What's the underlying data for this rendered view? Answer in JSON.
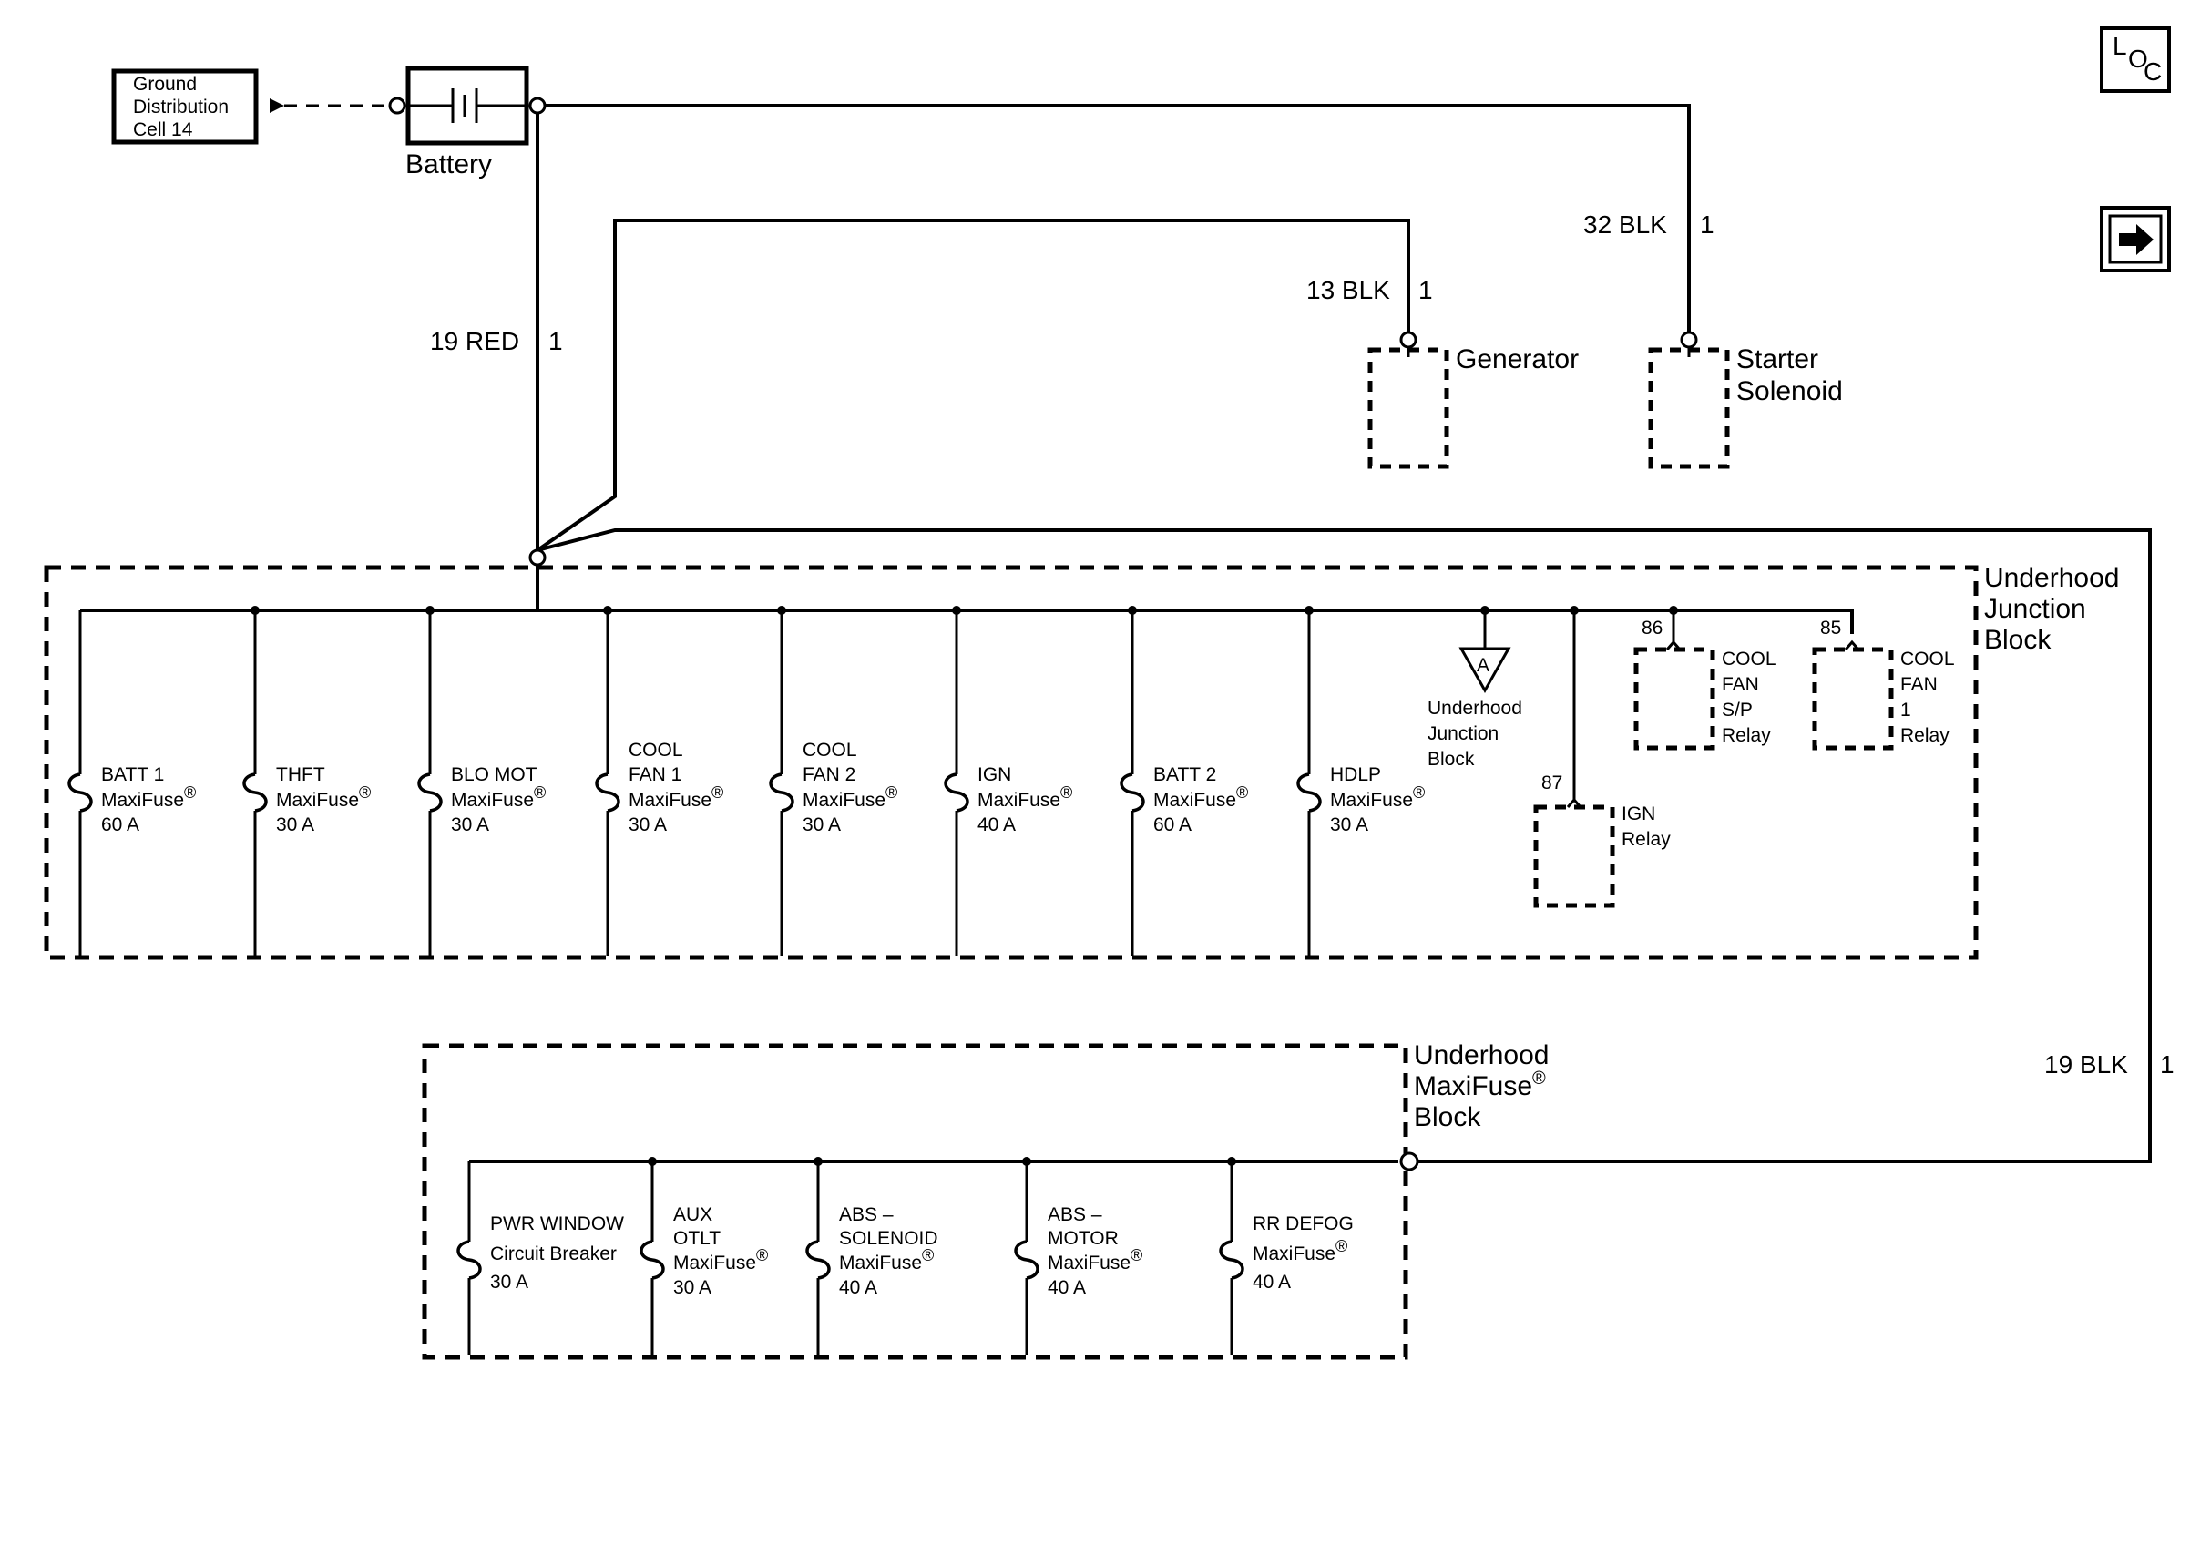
{
  "nav": {
    "loc_l": "L",
    "loc_o": "O",
    "loc_c": "C",
    "next_arrow": "right-arrow-icon"
  },
  "ground": {
    "line1": "Ground",
    "line2": "Distribution",
    "line3": "Cell 14"
  },
  "battery": {
    "label": "Battery"
  },
  "wires": {
    "red19": "19 RED",
    "red19_pin": "1",
    "blk13": "13 BLK",
    "blk13_pin": "1",
    "blk32": "32 BLK",
    "blk32_pin": "1",
    "blk19": "19 BLK",
    "blk19_pin": "1"
  },
  "generator": {
    "label": "Generator"
  },
  "starter": {
    "line1": "Starter",
    "line2": "Solenoid"
  },
  "junction_block": {
    "title1": "Underhood",
    "title2": "Junction",
    "title3": "Block",
    "fuses": [
      {
        "l1": "",
        "l2": "BATT 1",
        "l3": "MaxiFuse",
        "l4": "60 A"
      },
      {
        "l1": "",
        "l2": "THFT",
        "l3": "MaxiFuse",
        "l4": "30 A"
      },
      {
        "l1": "",
        "l2": "BLO MOT",
        "l3": "MaxiFuse",
        "l4": "30 A"
      },
      {
        "l1": "COOL",
        "l2": "FAN 1",
        "l3": "MaxiFuse",
        "l4": "30 A"
      },
      {
        "l1": "COOL",
        "l2": "FAN 2",
        "l3": "MaxiFuse",
        "l4": "30 A"
      },
      {
        "l1": "",
        "l2": "IGN",
        "l3": "MaxiFuse",
        "l4": "40 A"
      },
      {
        "l1": "",
        "l2": "BATT 2",
        "l3": "MaxiFuse",
        "l4": "60 A"
      },
      {
        "l1": "",
        "l2": "HDLP",
        "l3": "MaxiFuse",
        "l4": "30 A"
      }
    ],
    "ref_letter": "A",
    "ref_l1": "Underhood",
    "ref_l2": "Junction",
    "ref_l3": "Block",
    "ign_relay": {
      "pin": "87",
      "l1": "IGN",
      "l2": "Relay"
    },
    "cool_fan_sp_relay": {
      "pin": "86",
      "l1": "COOL",
      "l2": "FAN",
      "l3": "S/P",
      "l4": "Relay"
    },
    "cool_fan_1_relay": {
      "pin": "85",
      "l1": "COOL",
      "l2": "FAN",
      "l3": "1",
      "l4": "Relay"
    }
  },
  "maxifuse_block": {
    "title1": "Underhood",
    "title2": "MaxiFuse",
    "title3": "Block",
    "fuses": [
      {
        "l1": "PWR WINDOW",
        "l2": "Circuit Breaker",
        "l3": "30 A",
        "l4": ""
      },
      {
        "l1": "AUX",
        "l2": "OTLT",
        "l3": "MaxiFuse",
        "l4": "30 A"
      },
      {
        "l1": "ABS –",
        "l2": "SOLENOID",
        "l3": "MaxiFuse",
        "l4": "40 A"
      },
      {
        "l1": "ABS –",
        "l2": "MOTOR",
        "l3": "MaxiFuse",
        "l4": "40 A"
      },
      {
        "l1": "RR DEFOG",
        "l2": "MaxiFuse",
        "l3": "40 A",
        "l4": ""
      }
    ]
  },
  "registered": "®"
}
